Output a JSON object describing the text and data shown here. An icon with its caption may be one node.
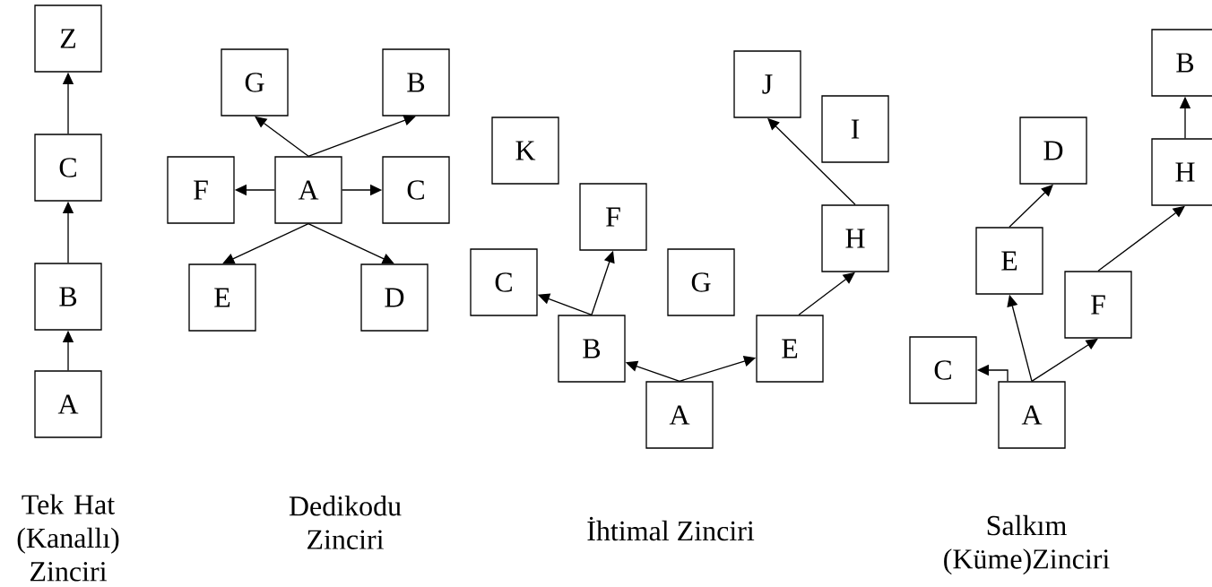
{
  "diagram": {
    "nodes": [
      {
        "text": [
          "Z"
        ]
      },
      {
        "text": [
          "C"
        ]
      },
      {
        "text": [
          "B"
        ]
      },
      {
        "text": [
          "A"
        ]
      },
      {
        "text": [
          "G"
        ]
      },
      {
        "text": [
          "B"
        ]
      },
      {
        "text": [
          "F"
        ]
      },
      {
        "text": [
          "A"
        ]
      },
      {
        "text": [
          "C"
        ]
      },
      {
        "text": [
          "E"
        ]
      },
      {
        "text": [
          "D"
        ]
      },
      {
        "text": [
          "J"
        ]
      },
      {
        "text": [
          "I"
        ]
      },
      {
        "text": [
          "K"
        ]
      },
      {
        "text": [
          "F"
        ]
      },
      {
        "text": [
          "H"
        ]
      },
      {
        "text": [
          "C"
        ]
      },
      {
        "text": [
          "G"
        ]
      },
      {
        "text": [
          "B"
        ]
      },
      {
        "text": [
          "E"
        ]
      },
      {
        "text": [
          "A"
        ]
      },
      {
        "text": [
          "B"
        ]
      },
      {
        "text": [
          "D"
        ]
      },
      {
        "text": [
          "H"
        ]
      },
      {
        "text": [
          "E"
        ]
      },
      {
        "text": [
          "F"
        ]
      },
      {
        "text": [
          "C"
        ]
      },
      {
        "text": [
          "A"
        ]
      }
    ],
    "edges": [
      {
        "from": 3,
        "to": 2,
        "arrow": "to"
      },
      {
        "from": 2,
        "to": 1,
        "arrow": "to"
      },
      {
        "from": 1,
        "to": 0,
        "arrow": "to"
      },
      {
        "from": 7,
        "to": 4,
        "arrow": "to"
      },
      {
        "from": 7,
        "to": 5,
        "arrow": "to"
      },
      {
        "from": 7,
        "to": 6,
        "arrow": "to"
      },
      {
        "from": 7,
        "to": 8,
        "arrow": "to"
      },
      {
        "from": 7,
        "to": 9,
        "arrow": "to"
      },
      {
        "from": 7,
        "to": 10,
        "arrow": "to"
      },
      {
        "from": 20,
        "to": 18,
        "arrow": "to"
      },
      {
        "from": 20,
        "to": 19,
        "arrow": "to"
      },
      {
        "from": 18,
        "to": 16,
        "arrow": "to"
      },
      {
        "from": 18,
        "to": 14,
        "arrow": "to"
      },
      {
        "from": 19,
        "to": 15,
        "arrow": "to"
      },
      {
        "from": 15,
        "to": 11,
        "arrow": "to"
      },
      {
        "from": 27,
        "to": 26,
        "arrow": "to"
      },
      {
        "from": 27,
        "to": 24,
        "arrow": "to"
      },
      {
        "from": 27,
        "to": 25,
        "arrow": "to"
      },
      {
        "from": 24,
        "to": 22,
        "arrow": "to"
      },
      {
        "from": 25,
        "to": 23,
        "arrow": "to"
      },
      {
        "from": 23,
        "to": 21,
        "arrow": "to"
      }
    ],
    "labels": [
      "Tek Hat (Kanallı) Zinciri",
      "Dedikodu Zinciri",
      "İhtimal Zinciri",
      "Salkım (Küme)Zinciri"
    ]
  }
}
